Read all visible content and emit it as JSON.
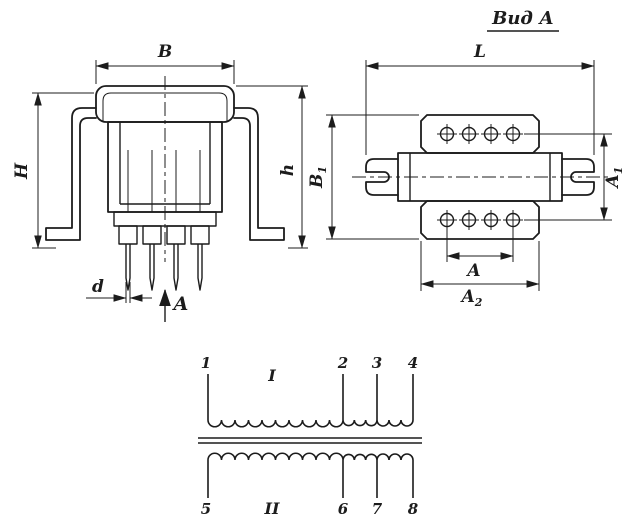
{
  "title": {
    "view_label": "Вид А"
  },
  "front_view": {
    "dim_B": "B",
    "dim_H": "H",
    "dim_h": "h",
    "dim_d": "d",
    "view_arrow_label": "А"
  },
  "top_view": {
    "dim_L": "L",
    "dim_B1": {
      "base": "B",
      "sub": "1"
    },
    "dim_A1": {
      "base": "A",
      "sub": "1"
    },
    "dim_A": "A",
    "dim_A2": {
      "base": "A",
      "sub": "2"
    }
  },
  "schematic": {
    "winding_primary": "I",
    "winding_secondary": "II",
    "terminals_top": [
      "1",
      "2",
      "3",
      "4"
    ],
    "terminals_bottom": [
      "5",
      "6",
      "7",
      "8"
    ]
  },
  "colors": {
    "ink": "#1c1c1c",
    "background": "#ffffff"
  }
}
